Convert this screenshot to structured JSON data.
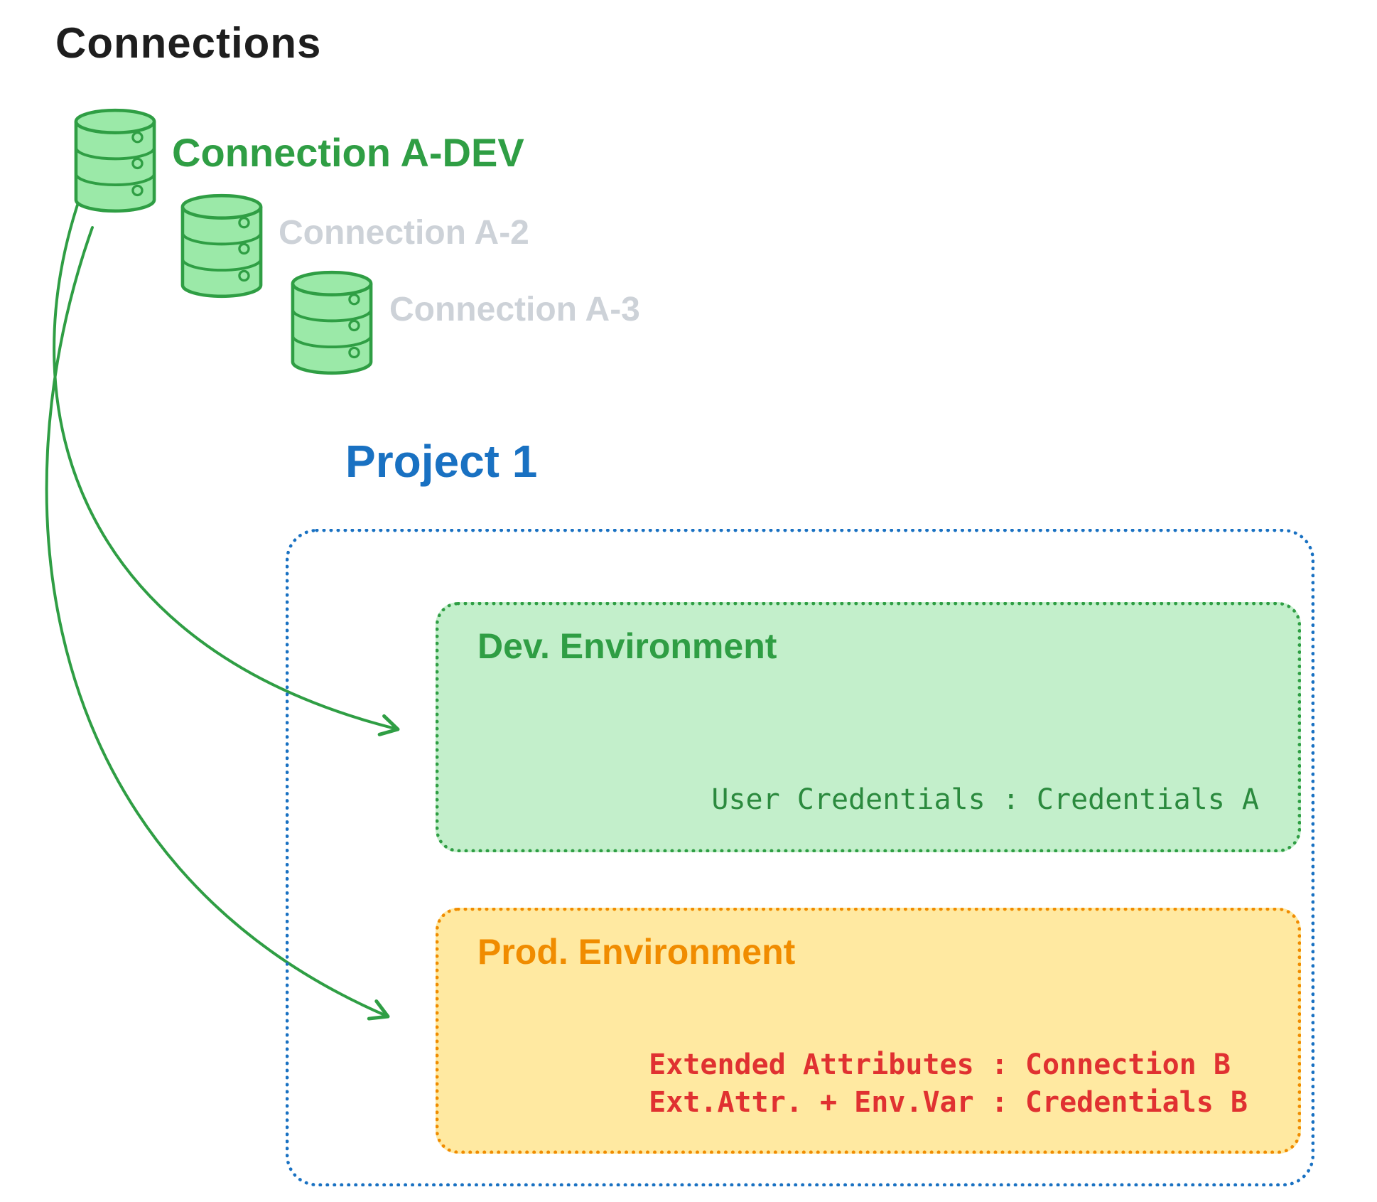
{
  "title": "Connections",
  "colors": {
    "green_stroke": "#2f9e44",
    "green_fill": "#9be9a8",
    "env_dev_fill": "#c3efcb",
    "env_prod_fill": "#ffe9a1",
    "blue": "#1971c2",
    "orange": "#f08c00",
    "red": "#e03131",
    "inactive_gray": "#cdd2d8",
    "ink": "#1e1e1e"
  },
  "connections": [
    {
      "label": "Connection A-DEV",
      "state": "active",
      "icon": "database-icon"
    },
    {
      "label": "Connection A-2",
      "state": "inactive",
      "icon": "database-icon"
    },
    {
      "label": "Connection A-3",
      "state": "inactive",
      "icon": "database-icon"
    }
  ],
  "project": {
    "title": "Project 1",
    "environments": [
      {
        "name": "Dev. Environment",
        "lines": [
          "User Credentials : Credentials A"
        ]
      },
      {
        "name": "Prod. Environment",
        "lines": [
          "Extended Attributes : Connection B",
          "Ext.Attr. + Env.Var : Credentials B"
        ]
      }
    ]
  },
  "arrows": [
    {
      "name": "connection-a-dev-to-dev-environment"
    },
    {
      "name": "connection-a-dev-to-prod-environment"
    }
  ]
}
